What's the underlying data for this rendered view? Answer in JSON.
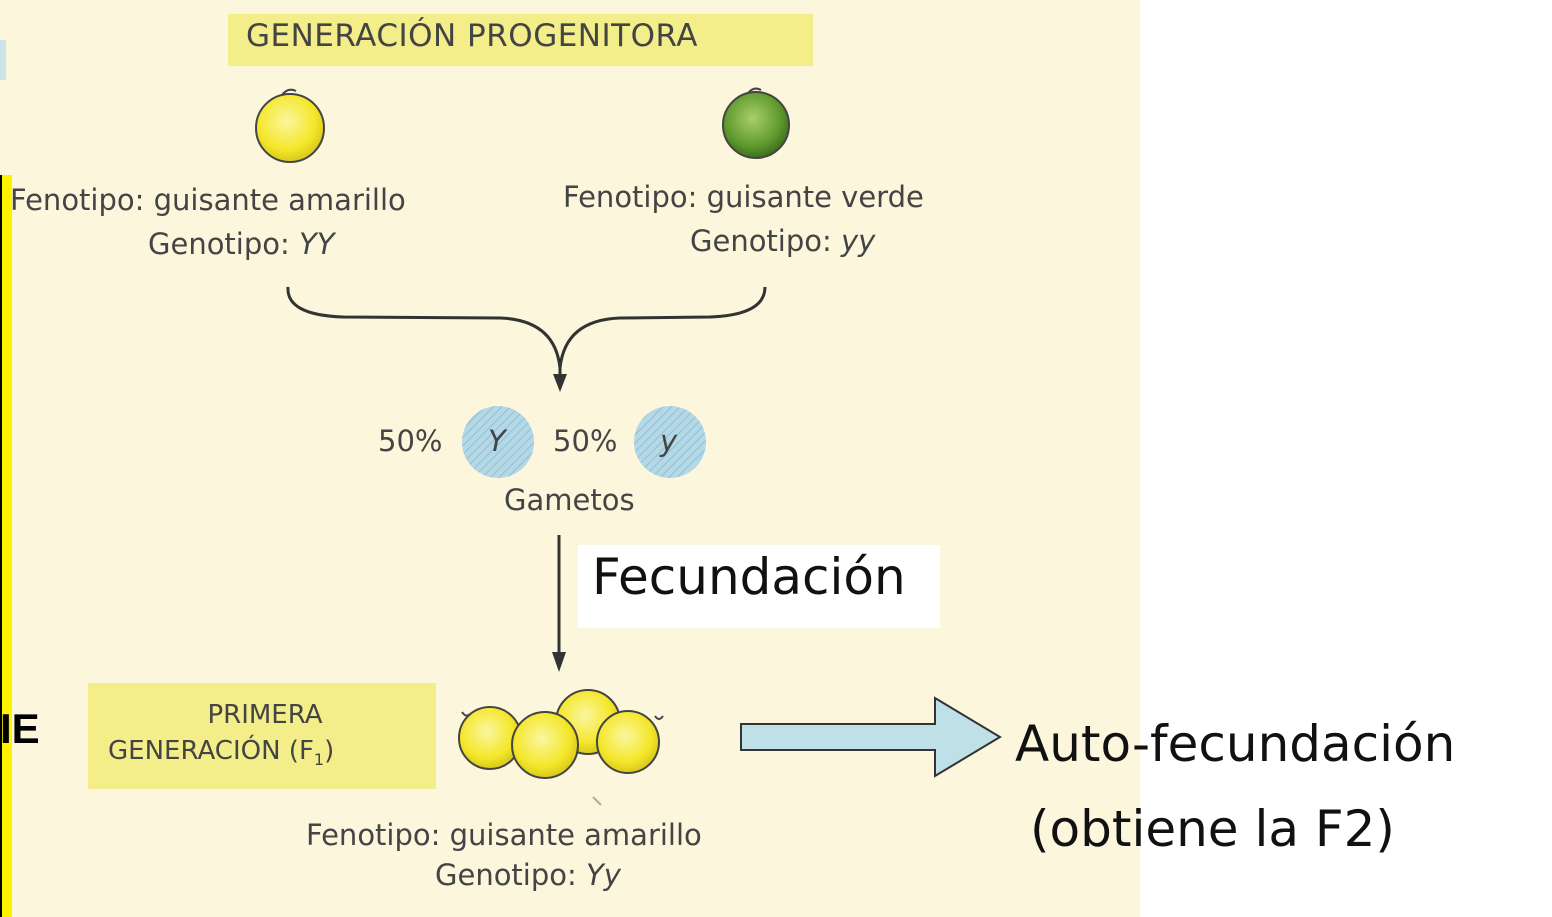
{
  "title": "GENERACIÓN PROGENITORA",
  "parent_left": {
    "phenotype_prefix": "Fenotipo: guisante amarillo",
    "genotype_prefix": "Genotipo: ",
    "genotype": "YY"
  },
  "parent_right": {
    "phenotype_prefix": "Fenotipo: guisante verde",
    "genotype_prefix": "Genotipo: ",
    "genotype": "yy"
  },
  "gametes": {
    "left_pct": "50%",
    "left_allele": "Y",
    "right_pct": "50%",
    "right_allele": "y",
    "label": "Gametos"
  },
  "fecundacion": "Fecundación",
  "f1": {
    "line1": "PRIMERA",
    "line2": "GENERACIÓN (F",
    "sub": "1",
    "close": ")",
    "phenotype": "Fenotipo: guisante amarillo",
    "genotype_prefix": "Genotipo: ",
    "genotype": "Yy"
  },
  "auto_fecundacion": "Auto-fecundación",
  "obtiene": "(obtiene la F2)",
  "cutoff_text": "IE",
  "colors": {
    "panel": "#fbf6dc",
    "highlight": "#f3ee8a",
    "yellow_pea": "#f6ec3a",
    "green_pea": "#5f9a2e",
    "gamete": "#a9d2e3",
    "arrow_fill": "#bfe0e6"
  }
}
